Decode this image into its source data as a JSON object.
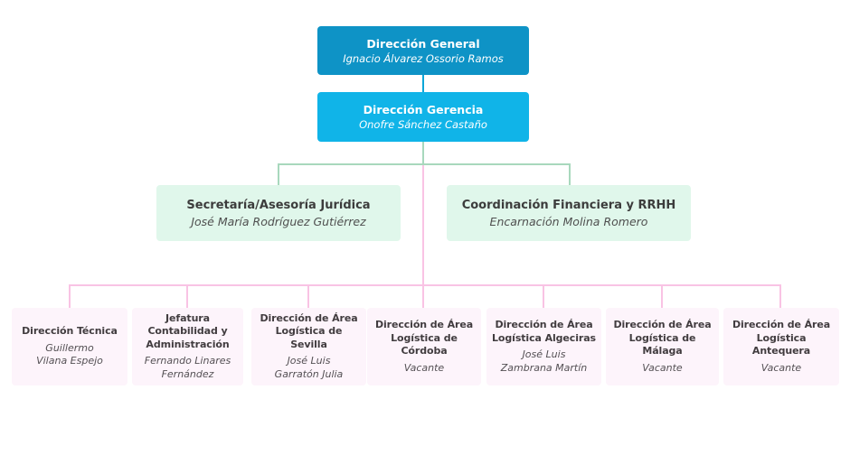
{
  "palette": {
    "level1_fill": "#0e93c6",
    "level2_fill": "#10b4e8",
    "level3_fill": "#e0f7eb",
    "level4_fill": "#fdf4fb",
    "connector_blue": "#0ba6d8",
    "connector_green": "#a8d8bd",
    "connector_pink": "#f9c3e4",
    "title_text_dark": "#3f3f3f",
    "person_text_dark": "#4f4f4f",
    "text_white": "#ffffff"
  },
  "org": {
    "level1": {
      "title": "Dirección General",
      "person": "Ignacio Álvarez Ossorio Ramos"
    },
    "level2": {
      "title": "Dirección Gerencia",
      "person": "Onofre Sánchez Castaño"
    },
    "level3": [
      {
        "title": "Secretaría/Asesoría Jurídica",
        "person": "José María Rodríguez Gutiérrez"
      },
      {
        "title": "Coordinación Financiera y RRHH",
        "person": "Encarnación Molina Romero"
      }
    ],
    "level4": [
      {
        "title": "Dirección Técnica",
        "person": "Guillermo\nVilana Espejo"
      },
      {
        "title": "Jefatura\nContabilidad y\nAdministración",
        "person": "Fernando Linares\nFernández"
      },
      {
        "title": "Dirección de Área\nLogística de Sevilla",
        "person": "José Luis\nGarratón Julia"
      },
      {
        "title": "Dirección de Área\nLogística de Córdoba",
        "person": "Vacante"
      },
      {
        "title": "Dirección de Área\nLogística Algeciras",
        "person": "José Luis\nZambrana Martín"
      },
      {
        "title": "Dirección de Área\nLogística de Málaga",
        "person": "Vacante"
      },
      {
        "title": "Dirección de Área\nLogística Antequera",
        "person": "Vacante"
      }
    ]
  }
}
